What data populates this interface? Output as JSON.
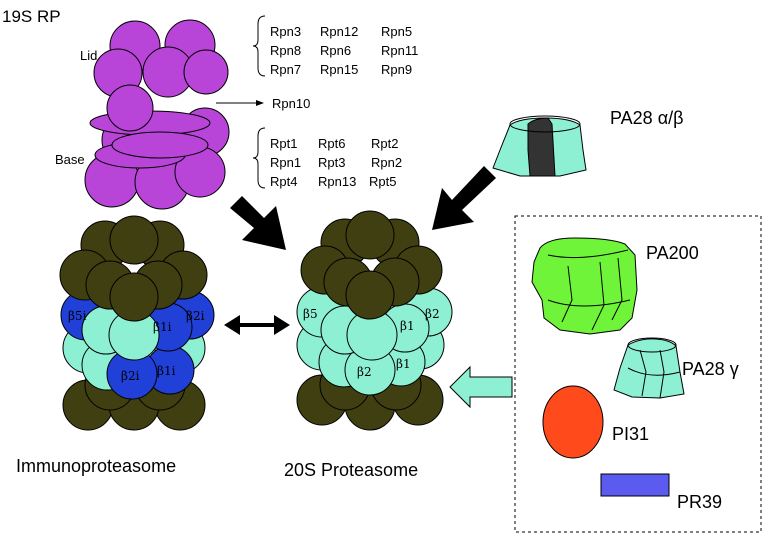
{
  "labels": {
    "rp_title": "19S RP",
    "lid": "Lid",
    "base": "Base",
    "rpn10": "Rpn10",
    "pa28ab": "PA28 α/β",
    "pa200": "PA200",
    "pa28g": "PA28 γ",
    "pi31": "PI31",
    "pr39": "PR39",
    "immuno": "Immunoproteasome",
    "s20": "20S Proteasome"
  },
  "lid_subunits": [
    [
      "Rpn3",
      "Rpn12",
      "Rpn5"
    ],
    [
      "Rpn8",
      "Rpn6",
      "Rpn11"
    ],
    [
      "Rpn7",
      "Rpn15",
      "Rpn9"
    ]
  ],
  "base_subunits": [
    [
      "Rpt1",
      "Rpt6",
      "Rpt2"
    ],
    [
      "Rpn1",
      "Rpt3",
      "Rpn2"
    ],
    [
      "Rpt4",
      "Rpn13",
      "Rpt5"
    ]
  ],
  "immuno_subunits": [
    "β5i",
    "β1i",
    "β2i",
    "β2i",
    "β1i"
  ],
  "standard_subunits": [
    "β5",
    "β1",
    "β2",
    "β2",
    "β1"
  ],
  "colors": {
    "rp": "#b844d8",
    "alpha": "#3f3f12",
    "beta": "#8ef0d2",
    "immuno_beta": "#2040d8",
    "pa200": "#6ff43a",
    "pa28": "#8ef0d2",
    "pa28_dark": "#333333",
    "pi31": "#ff4a1c",
    "pr39": "#5b5bf0"
  }
}
